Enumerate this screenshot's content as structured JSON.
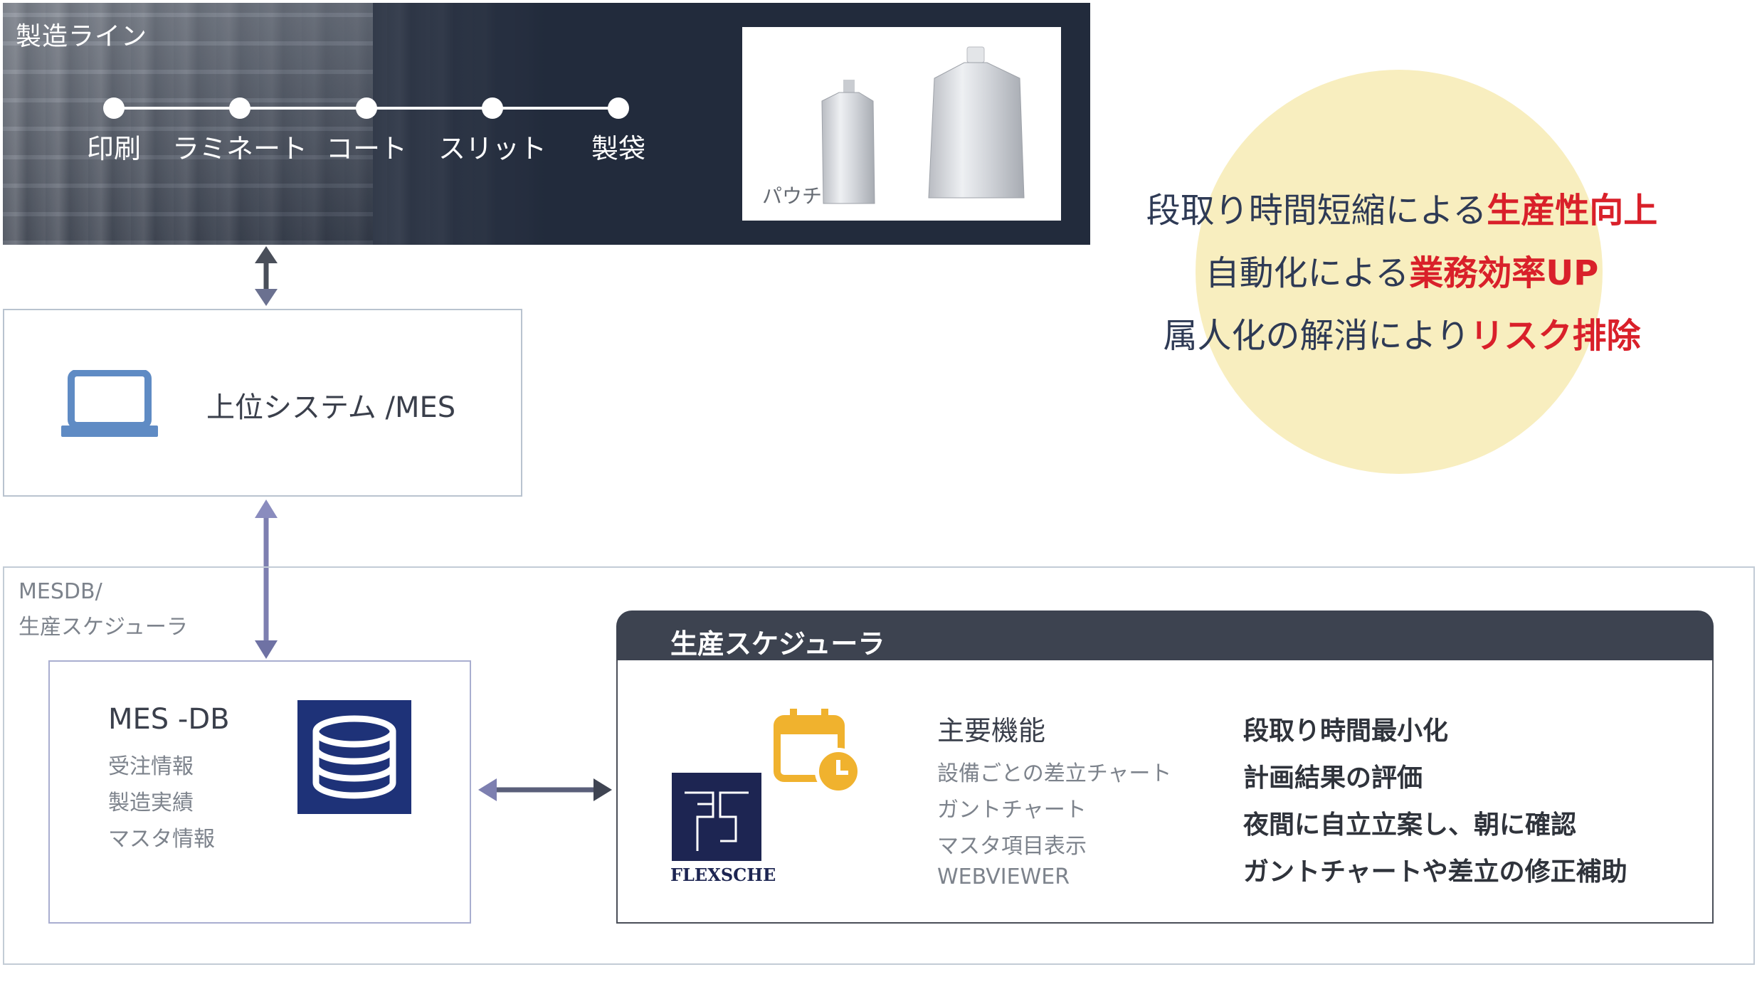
{
  "production_line": {
    "title": "製造ライン",
    "steps": [
      "印刷",
      "ラミネート",
      "コート",
      "スリット",
      "製袋"
    ],
    "product_label": "パウチ"
  },
  "claims": [
    {
      "text": "段取り時間短縮による",
      "highlight": "生産性向上"
    },
    {
      "text": "自動化による",
      "highlight": "業務効率UP"
    },
    {
      "text": "属人化の解消により",
      "highlight": "リスク排除"
    }
  ],
  "upper_system": {
    "label": "上位システム /MES",
    "icon": "laptop-icon"
  },
  "mesdb_area": {
    "label_line1": "MESDB/",
    "label_line2": "生産スケジューラ"
  },
  "mes_db": {
    "title": "MES -DB",
    "items": [
      "受注情報",
      "製造実績",
      "マスタ情報"
    ],
    "icon": "database-icon"
  },
  "scheduler": {
    "title": "生産スケジューラ",
    "logo_text": "FLEXSCHE",
    "functions_title": "主要機能",
    "functions": [
      "設備ごとの差立チャート",
      "ガントチャート",
      "マスタ項目表示",
      "WEBVIEWER"
    ],
    "benefits": [
      "段取り時間最小化",
      "計画結果の評価",
      "夜間に自立立案し、朝に確認",
      "ガントチャートや差立の修正補助"
    ]
  },
  "colors": {
    "highlight": "#d9202a",
    "banner": "#222b3c",
    "circle": "#f8eebf",
    "db_tile": "#1e3278",
    "logo": "#1d2552",
    "calendar": "#f0b22e",
    "laptop": "#5f8bc4",
    "arrow_gray": "#4a4f5a",
    "arrow_purple": "#7d7fb0"
  }
}
